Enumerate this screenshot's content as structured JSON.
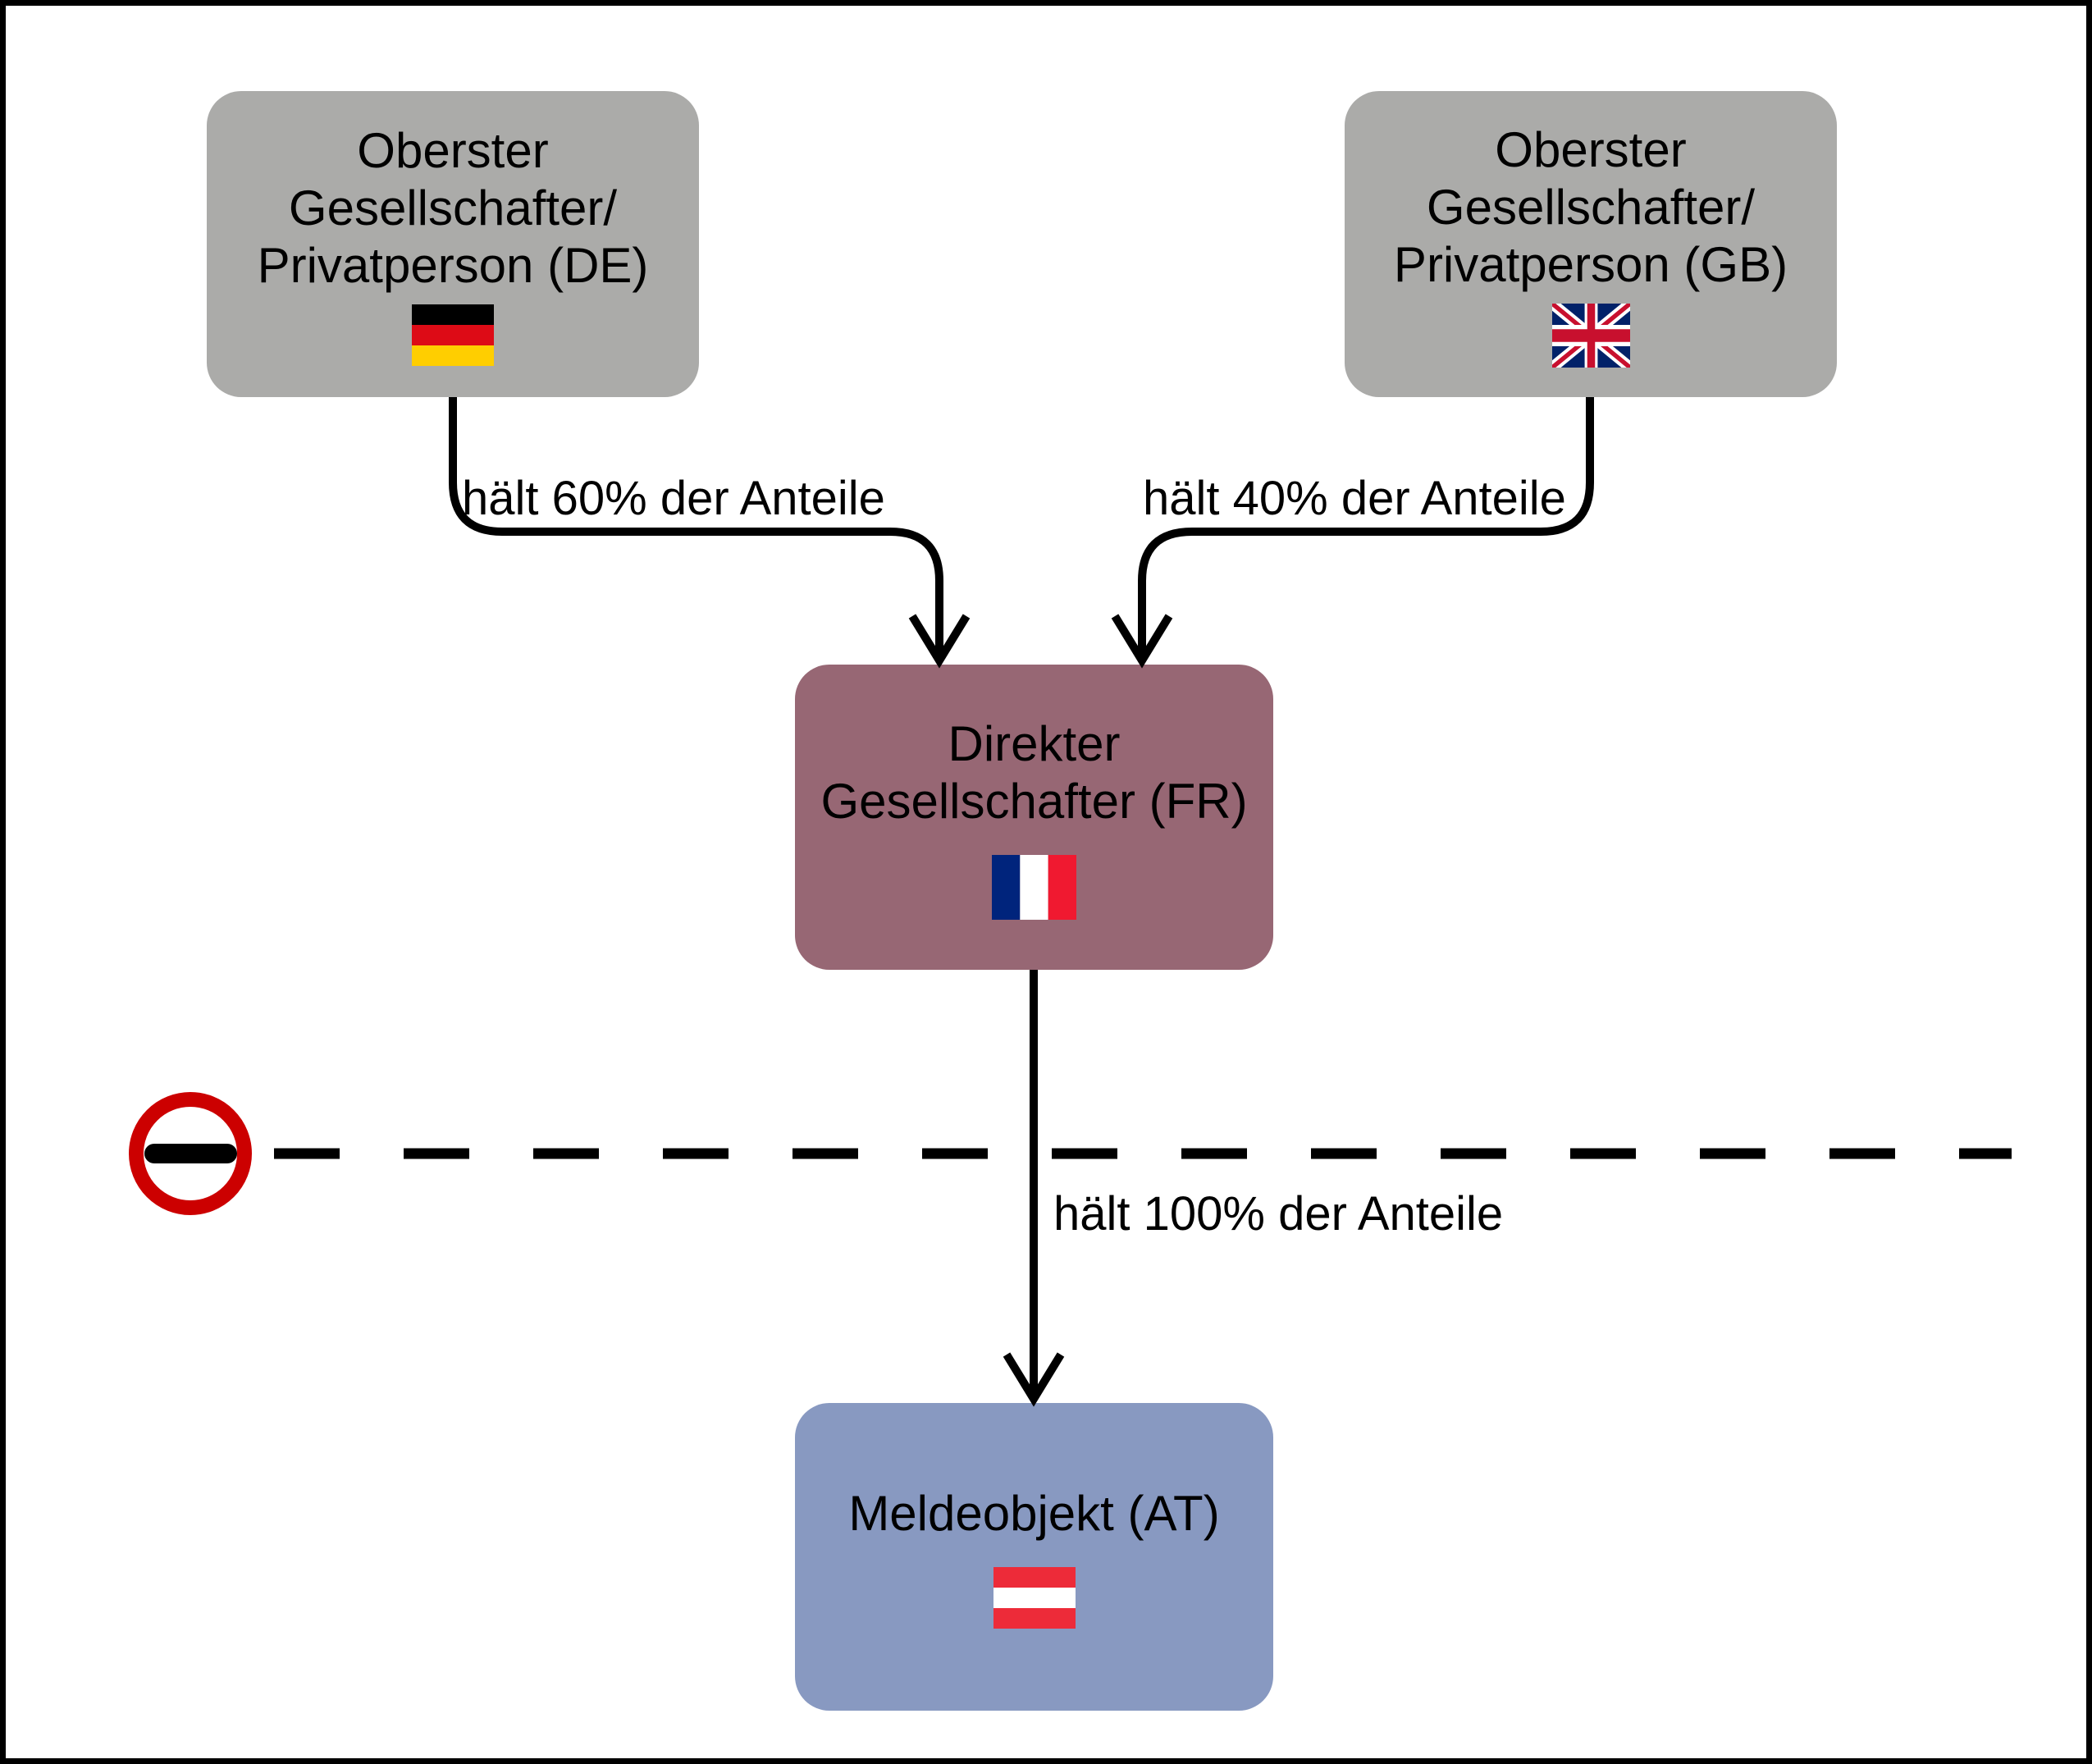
{
  "nodes": {
    "de": {
      "line1": "Oberster",
      "line2": "Gesellschafter/",
      "line3": "Privatperson (DE)",
      "flag": "germany"
    },
    "gb": {
      "line1": "Oberster",
      "line2": "Gesellschafter/",
      "line3": "Privatperson (GB)",
      "flag": "united-kingdom"
    },
    "fr": {
      "line1": "Direkter",
      "line2": "Gesellschafter (FR)",
      "flag": "france"
    },
    "at": {
      "line1": "Meldeobjekt (AT)",
      "flag": "austria"
    }
  },
  "edges": {
    "de_to_fr": {
      "label": "hält 60% der Anteile"
    },
    "gb_to_fr": {
      "label": "hält 40% der Anteile"
    },
    "fr_to_at": {
      "label": "hält 100% der Anteile"
    }
  },
  "colors": {
    "node_gray": "#ABABA9",
    "node_mauve": "#976774",
    "node_blue": "#8899C1",
    "line_black": "#000000",
    "noentry_red": "#CC0000",
    "flag_de_black": "#000000",
    "flag_de_red": "#DD0B16",
    "flag_de_gold": "#FFCE00",
    "flag_gb_navy": "#012169",
    "flag_gb_red": "#C8102E",
    "flag_gb_white": "#FFFFFF",
    "flag_fr_blue": "#00247C",
    "flag_fr_white": "#FFFFFF",
    "flag_fr_red": "#F01930",
    "flag_at_red": "#ED2B39",
    "flag_at_white": "#FFFFFF"
  }
}
